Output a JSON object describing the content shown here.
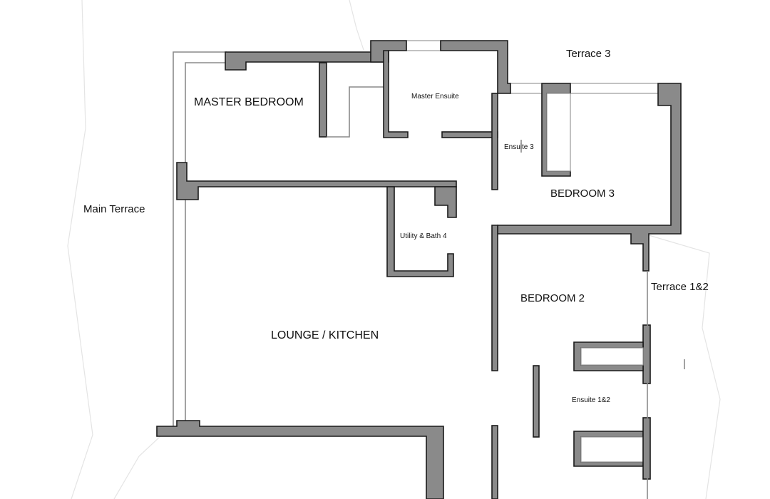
{
  "rooms": {
    "terrace3": "Terrace 3",
    "master_bedroom": "MASTER BEDROOM",
    "master_ensuite": "Master Ensuite",
    "ensuite3": "Ensuite 3",
    "bedroom3": "BEDROOM 3",
    "main_terrace": "Main Terrace",
    "utility_bath4": "Utility & Bath  4",
    "terrace12": "Terrace 1&2",
    "bedroom2": "BEDROOM 2",
    "lounge_kitchen": "LOUNGE / KITCHEN",
    "ensuite12": "Ensuite 1&2"
  },
  "colors": {
    "wall_fill": "#8a8a8a",
    "wall_outline": "#1a1a1a",
    "background": "#ffffff"
  }
}
